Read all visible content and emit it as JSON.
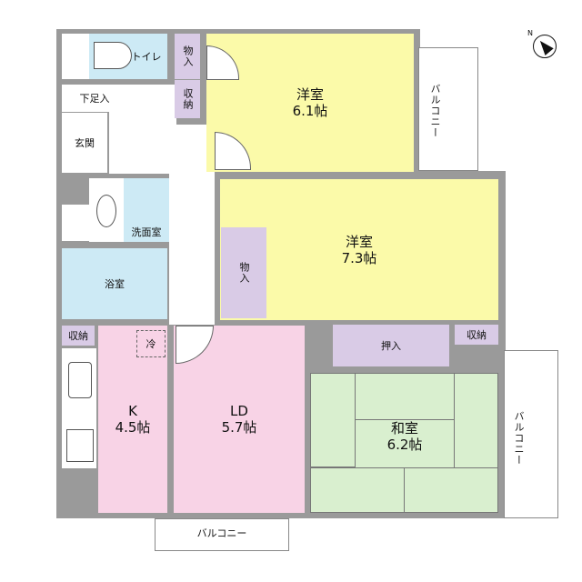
{
  "floorplan": {
    "rooms": {
      "western1": {
        "name": "洋室",
        "size": "6.1帖"
      },
      "western2": {
        "name": "洋室",
        "size": "7.3帖"
      },
      "kitchen": {
        "name": "K",
        "size": "4.5帖"
      },
      "living": {
        "name": "LD",
        "size": "5.7帖"
      },
      "japanese": {
        "name": "和室",
        "size": "6.2帖"
      },
      "toilet": {
        "name": "トイレ"
      },
      "shoe_storage": {
        "name": "下足入"
      },
      "entrance": {
        "name": "玄関"
      },
      "washroom": {
        "name": "洗面室"
      },
      "bathroom": {
        "name": "浴室"
      },
      "storage_top": {
        "name": "物入"
      },
      "closet_top": {
        "name": "収納"
      },
      "storage_mid": {
        "name": "物入"
      },
      "oshiire": {
        "name": "押入"
      },
      "closet_right": {
        "name": "収納"
      },
      "closet_kitchen": {
        "name": "収納"
      },
      "fridge": {
        "name": "冷"
      }
    },
    "balconies": {
      "top_right": "バルコニー",
      "right": "バルコニー",
      "bottom": "バルコニー"
    },
    "compass": {
      "label": "N"
    },
    "colors": {
      "western": "#fbfaa9",
      "water": "#cdeaf5",
      "storage": "#d9cbe6",
      "ldk": "#f8d3e6",
      "japanese": "#d9efcf",
      "wall": "#9a9a9a"
    }
  }
}
